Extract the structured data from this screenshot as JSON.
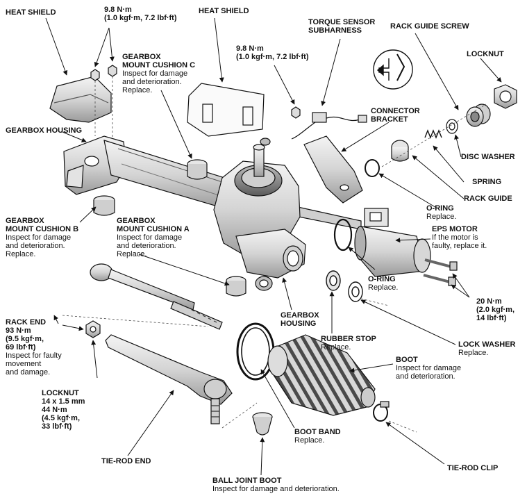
{
  "labels": {
    "heat_shield_left": {
      "title": "HEAT SHIELD"
    },
    "torque_top_left": {
      "line1": "9.8 N·m",
      "line2": "(1.0 kgf·m, 7.2 lbf·ft)"
    },
    "heat_shield_center": {
      "title": "HEAT SHIELD"
    },
    "torque_sensor": {
      "line1": "TORQUE SENSOR",
      "line2": "SUBHARNESS"
    },
    "rack_guide_screw": {
      "title": "RACK GUIDE SCREW"
    },
    "locknut_top": {
      "title": "LOCKNUT"
    },
    "cushion_c": {
      "line1": "GEARBOX",
      "line2": "MOUNT CUSHION C",
      "note1": "Inspect for damage",
      "note2": "and deterioration.",
      "note3": "Replace."
    },
    "torque_center": {
      "line1": "9.8 N·m",
      "line2": "(1.0 kgf·m, 7.2 lbf·ft)"
    },
    "connector_bracket": {
      "line1": "CONNECTOR",
      "line2": "BRACKET"
    },
    "gearbox_housing_left": {
      "title": "GEARBOX HOUSING"
    },
    "disc_washer": {
      "title": "DISC WASHER"
    },
    "spring": {
      "title": "SPRING"
    },
    "rack_guide": {
      "title": "RACK GUIDE"
    },
    "o_ring_upper": {
      "title": "O-RING",
      "note": "Replace."
    },
    "cushion_b": {
      "line1": "GEARBOX",
      "line2": "MOUNT CUSHION B",
      "note1": "Inspect for damage",
      "note2": "and deterioration.",
      "note3": "Replace."
    },
    "cushion_a": {
      "line1": "GEARBOX",
      "line2": "MOUNT CUSHION A",
      "note1": "Inspect for damage",
      "note2": "and deterioration.",
      "note3": "Replace."
    },
    "eps_motor": {
      "title": "EPS MOTOR",
      "note1": "If the motor is",
      "note2": "faulty, replace it."
    },
    "o_ring_lower": {
      "title": "O-RING",
      "note": "Replace."
    },
    "torque_right": {
      "line1": "20 N·m",
      "line2": "(2.0 kgf·m,",
      "line3": "14 lbf·ft)"
    },
    "rack_end": {
      "title": "RACK END",
      "spec1": "93 N·m",
      "spec2": "(9.5 kgf·m,",
      "spec3": "69 lbf·ft)",
      "note1": "Inspect for faulty",
      "note2": "movement",
      "note3": "and damage."
    },
    "gearbox_housing_center": {
      "line1": "GEARBOX",
      "line2": "HOUSING"
    },
    "rubber_stop": {
      "title": "RUBBER STOP",
      "note": "Replace."
    },
    "lock_washer": {
      "title": "LOCK WASHER",
      "note": "Replace."
    },
    "boot": {
      "title": "BOOT",
      "note1": "Inspect for damage",
      "note2": "and deterioration."
    },
    "locknut_bottom": {
      "title": "LOCKNUT",
      "spec1": "14 x 1.5 mm",
      "spec2": "44 N·m",
      "spec3": "(4.5 kgf·m,",
      "spec4": "33 lbf·ft)"
    },
    "boot_band": {
      "title": "BOOT BAND",
      "note": "Replace."
    },
    "tie_rod_end": {
      "title": "TIE-ROD END"
    },
    "tie_rod_clip": {
      "title": "TIE-ROD CLIP"
    },
    "ball_joint_boot": {
      "title": "BALL JOINT BOOT",
      "note": "Inspect for damage and deterioration."
    }
  }
}
